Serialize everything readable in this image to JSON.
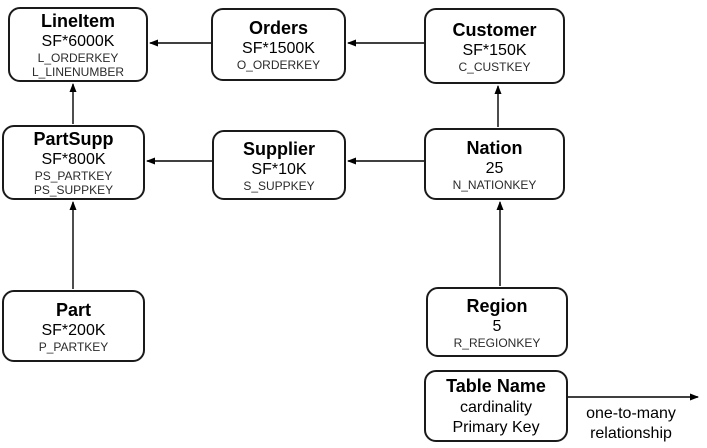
{
  "entities": [
    {
      "name": "LineItem",
      "cardinality": "SF*6000K",
      "keys": [
        "L_ORDERKEY",
        "L_LINENUMBER"
      ]
    },
    {
      "name": "Orders",
      "cardinality": "SF*1500K",
      "keys": [
        "O_ORDERKEY"
      ]
    },
    {
      "name": "Customer",
      "cardinality": "SF*150K",
      "keys": [
        "C_CUSTKEY"
      ]
    },
    {
      "name": "PartSupp",
      "cardinality": "SF*800K",
      "keys": [
        "PS_PARTKEY",
        "PS_SUPPKEY"
      ]
    },
    {
      "name": "Supplier",
      "cardinality": "SF*10K",
      "keys": [
        "S_SUPPKEY"
      ]
    },
    {
      "name": "Nation",
      "cardinality": "25",
      "keys": [
        "N_NATIONKEY"
      ]
    },
    {
      "name": "Part",
      "cardinality": "SF*200K",
      "keys": [
        "P_PARTKEY"
      ]
    },
    {
      "name": "Region",
      "cardinality": "5",
      "keys": [
        "R_REGIONKEY"
      ]
    }
  ],
  "relationships": [
    {
      "one": "Orders",
      "many": "LineItem"
    },
    {
      "one": "Customer",
      "many": "Orders"
    },
    {
      "one": "Nation",
      "many": "Customer"
    },
    {
      "one": "Supplier",
      "many": "PartSupp"
    },
    {
      "one": "Nation",
      "many": "Supplier"
    },
    {
      "one": "Region",
      "many": "Nation"
    },
    {
      "one": "Part",
      "many": "PartSupp"
    },
    {
      "one": "PartSupp",
      "many": "LineItem"
    }
  ],
  "legend": {
    "title": "Table Name",
    "line1": "cardinality",
    "line2": "Primary Key",
    "arrow_label_line1": "one-to-many",
    "arrow_label_line2": "relationship"
  },
  "colors": {
    "background": "#ffffff",
    "box_border": "#1a1a1a",
    "line": "#000000",
    "text": "#000000"
  }
}
